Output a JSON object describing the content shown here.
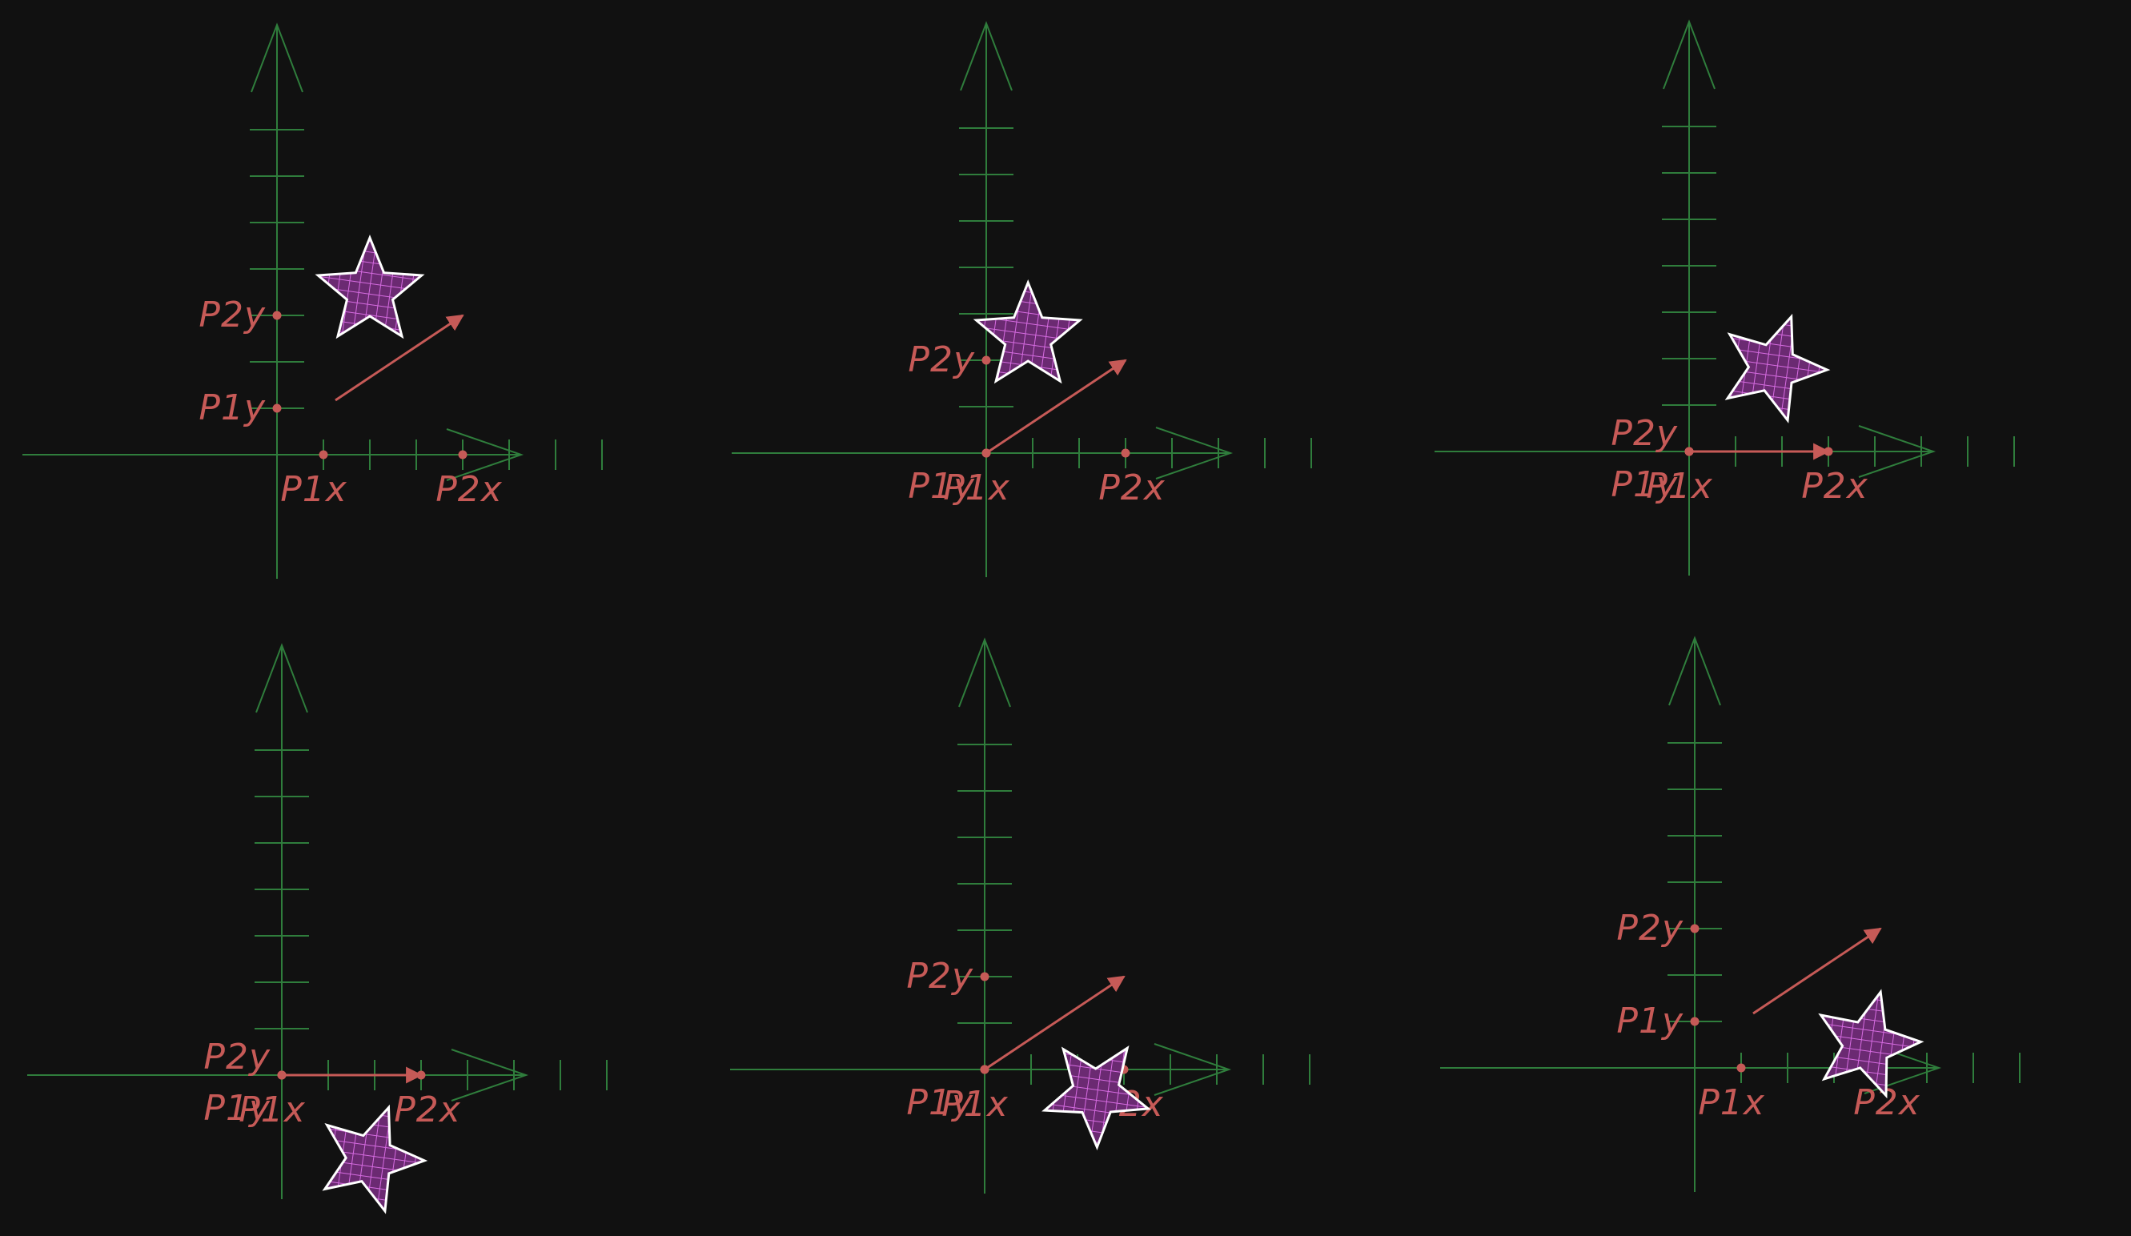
{
  "colors": {
    "background": "#111111",
    "axis": "#2f7d3c",
    "annotation": "#c65a57",
    "star_fill": "#6b2a72",
    "star_hatch": "#d56be0",
    "star_outline": "#ffffff"
  },
  "icons": [
    "star-icon",
    "vector-arrow-icon"
  ],
  "panels": [
    {
      "labels": {
        "p1x": "P1x",
        "p2x": "P2x",
        "p1y": "P1y",
        "p2y": "P2y"
      },
      "points": {
        "p1": [
          1,
          1
        ],
        "p2": [
          4,
          3
        ]
      },
      "star": {
        "center": [
          2,
          3.5
        ],
        "rotation_deg": 0
      }
    },
    {
      "labels": {
        "p1x": "P1x",
        "p2x": "P2x",
        "p1y": "P1y",
        "p2y": "P2y"
      },
      "points": {
        "p1": [
          0,
          0
        ],
        "p2": [
          3,
          2
        ]
      },
      "star": {
        "center": [
          0.9,
          2.5
        ],
        "rotation_deg": 0
      }
    },
    {
      "labels": {
        "p1x": "P1x",
        "p2x": "P2x",
        "p1y": "P1y",
        "p2y": "P2y"
      },
      "points": {
        "p1": [
          0,
          0
        ],
        "p2": [
          3,
          0
        ]
      },
      "star": {
        "center": [
          1.8,
          1.8
        ],
        "rotation_deg": 20
      }
    },
    {
      "labels": {
        "p1x": "P1x",
        "p2x": "P2x",
        "p1y": "P1y",
        "p2y": "P2y"
      },
      "points": {
        "p1": [
          0,
          0
        ],
        "p2": [
          3,
          0
        ]
      },
      "star": {
        "center": [
          1.9,
          -1.8
        ],
        "rotation_deg": 20
      }
    },
    {
      "labels": {
        "p1x": "P1x",
        "p2x": "P2x",
        "p1y": "P1y",
        "p2y": "P2y"
      },
      "points": {
        "p1": [
          0,
          0
        ],
        "p2": [
          3,
          2
        ]
      },
      "star": {
        "center": [
          2.4,
          -0.5
        ],
        "rotation_deg": 35
      }
    },
    {
      "labels": {
        "p1x": "P1x",
        "p2x": "P2x",
        "p1y": "P1y",
        "p2y": "P2y"
      },
      "points": {
        "p1": [
          1,
          1
        ],
        "p2": [
          4,
          3
        ]
      },
      "star": {
        "center": [
          3.7,
          0.5
        ],
        "rotation_deg": 15
      }
    }
  ]
}
